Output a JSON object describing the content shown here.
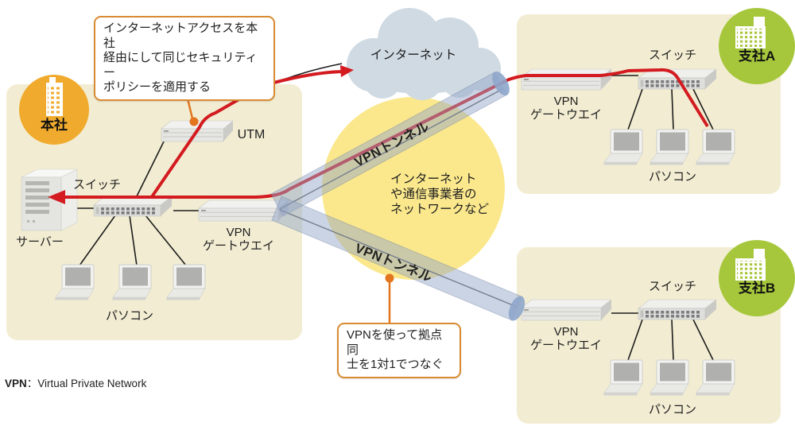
{
  "note": {
    "term": "VPN",
    "definition": "：Virtual Private Network"
  },
  "cloud": {
    "label": "インターネット"
  },
  "carrier_area": {
    "line1": "インターネット",
    "line2": "や通信事業者の",
    "line3": "ネットワークなど"
  },
  "tunnels": {
    "top": "VPNトンネル",
    "bottom": "VPNトンネル"
  },
  "callouts": {
    "policy": {
      "line1": "インターネットアクセスを本社",
      "line2": "経由にして同じセキュリティー",
      "line3": "ポリシーを適用する"
    },
    "p2p": {
      "line1": "VPNを使って拠点同",
      "line2": "士を1対1でつなぐ"
    }
  },
  "hq": {
    "badge": "本社",
    "server": "サーバー",
    "switch": "スイッチ",
    "utm": "UTM",
    "gateway1": "VPN",
    "gateway2": "ゲートウエイ",
    "pcs": "パソコン"
  },
  "branch_a": {
    "badge": "支社A",
    "switch": "スイッチ",
    "gateway1": "VPN",
    "gateway2": "ゲートウエイ",
    "pcs": "パソコン"
  },
  "branch_b": {
    "badge": "支社B",
    "switch": "スイッチ",
    "gateway1": "VPN",
    "gateway2": "ゲートウエイ",
    "pcs": "パソコン"
  },
  "colors": {
    "red_path": "#d31b20",
    "panel": "#f2edd2",
    "hq_badge": "#f0ab2e",
    "branch_badge": "#a6c73c",
    "tunnel_cap": "#8ea6cb",
    "cloud": "#cfdae3",
    "carrier_circle": "#fbe88d",
    "callout_border": "#d98b31",
    "pointer": "#e2751d"
  }
}
